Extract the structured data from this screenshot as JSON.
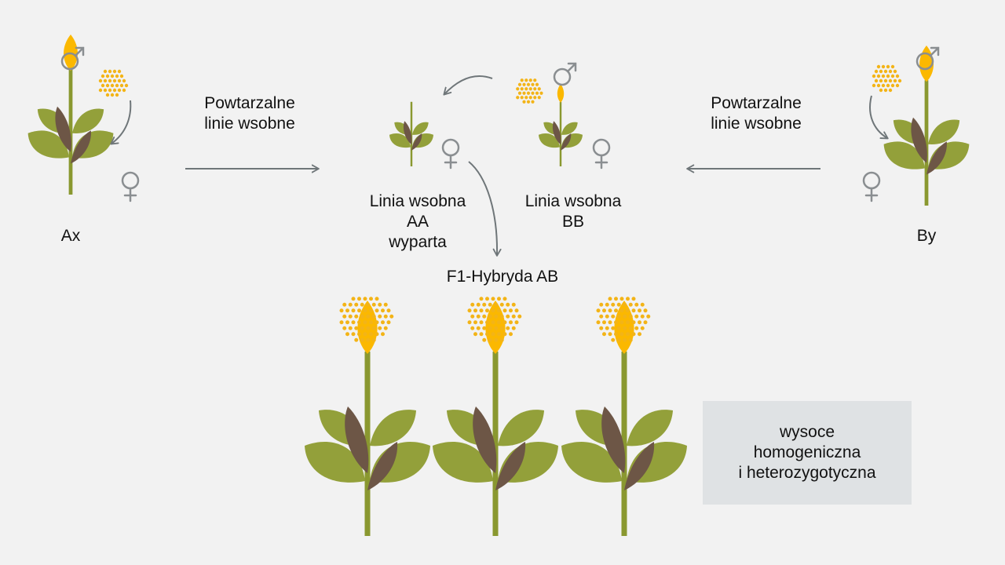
{
  "colors": {
    "background": "#f2f2f2",
    "leaf_green": "#93a03a",
    "leaf_dark": "#6d5646",
    "stem": "#8a9830",
    "bud_yellow": "#fbb800",
    "pollen": "#f3b417",
    "arrow_gray": "#6f7679",
    "symbol_gray": "#8a8e91",
    "box_bg": "#dfe2e4"
  },
  "icons": [
    "male-symbol-icon",
    "female-symbol-icon",
    "pollen-icon",
    "plant-icon",
    "arrow-icon"
  ],
  "labels": {
    "left_process": [
      "Powtarzalne",
      "linie wsobne"
    ],
    "right_process": [
      "Powtarzalne",
      "linie wsobne"
    ],
    "parent_left": "Ax",
    "parent_right": "By",
    "inbred_aa": [
      "Linia wsobna",
      "AA",
      "wyparta"
    ],
    "inbred_bb": [
      "Linia wsobna",
      "BB"
    ],
    "hybrid": "F1-Hybryda AB",
    "result": [
      "wysoce",
      "homogeniczna",
      "i heterozygotyczna"
    ]
  }
}
